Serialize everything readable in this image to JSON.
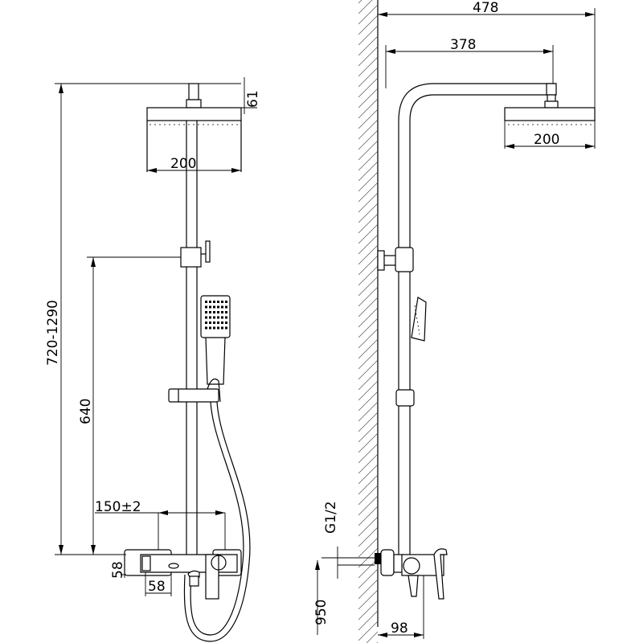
{
  "front_view": {
    "total_height": "720-1290",
    "head_offset": "61",
    "head_width": "200",
    "bracket_height": "640",
    "inlet_spacing": "150±2",
    "body_height": "58",
    "body_width": "58"
  },
  "side_view": {
    "overall_projection": "478",
    "arm_length": "378",
    "head_width": "200",
    "thread": "G1/2",
    "inlet_height": "950",
    "body_depth": "98"
  },
  "colors": {
    "line": "#000000",
    "hatch": "#555555",
    "background": "#ffffff"
  }
}
